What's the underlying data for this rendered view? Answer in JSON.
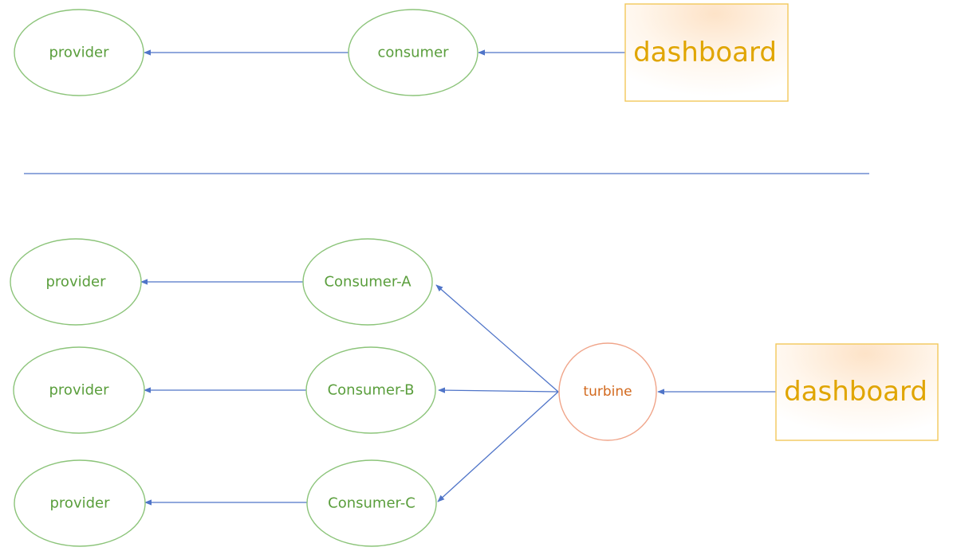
{
  "colors": {
    "node_stroke": "#8cc47a",
    "node_text": "#5a9e3c",
    "turbine_stroke": "#f0a58a",
    "turbine_text": "#d2691e",
    "dashboard_stroke": "#f3c85a",
    "dashboard_text": "#e0a500",
    "edge": "#4f74c8"
  },
  "top": {
    "provider": "provider",
    "consumer": "consumer",
    "dashboard": "dashboard"
  },
  "bottom": {
    "providers": [
      "provider",
      "provider",
      "provider"
    ],
    "consumers": [
      "Consumer-A",
      "Consumer-B",
      "Consumer-C"
    ],
    "turbine": "turbine",
    "dashboard": "dashboard"
  }
}
